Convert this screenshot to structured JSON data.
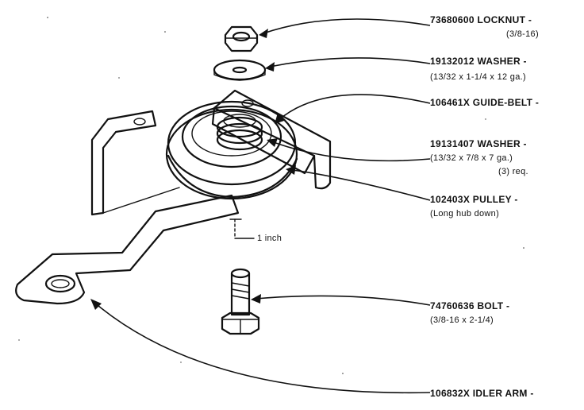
{
  "parts": [
    {
      "id": "locknut",
      "number": "73680600",
      "name": "LOCKNUT -",
      "spec": "(3/8-16)",
      "qty": ""
    },
    {
      "id": "washer-large",
      "number": "19132012",
      "name": "WASHER -",
      "spec": "(13/32 x 1-1/4 x 12 ga.)",
      "qty": ""
    },
    {
      "id": "guide-belt",
      "number": "106461X",
      "name": "GUIDE-BELT -",
      "spec": "",
      "qty": ""
    },
    {
      "id": "washer-small",
      "number": "19131407",
      "name": "WASHER -",
      "spec": "(13/32 x 7/8 x 7 ga.)",
      "qty": "(3) req."
    },
    {
      "id": "pulley",
      "number": "102403X",
      "name": "PULLEY -",
      "spec": "(Long hub down)",
      "qty": ""
    },
    {
      "id": "bolt",
      "number": "74760636",
      "name": "BOLT -",
      "spec": "(3/8-16 x 2-1/4)",
      "qty": ""
    },
    {
      "id": "idler-arm",
      "number": "106832X",
      "name": "IDLER ARM -",
      "spec": "",
      "qty": ""
    }
  ],
  "dimension": {
    "label": "1 inch"
  }
}
